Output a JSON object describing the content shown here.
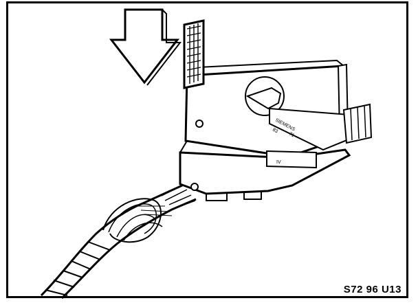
{
  "figure": {
    "reference_code": "S72 96 U13",
    "part_marking_brand": "SIEMENS",
    "part_marking_code_1": "83",
    "part_marking_code_2": "71",
    "part_marking_small": "IV"
  }
}
